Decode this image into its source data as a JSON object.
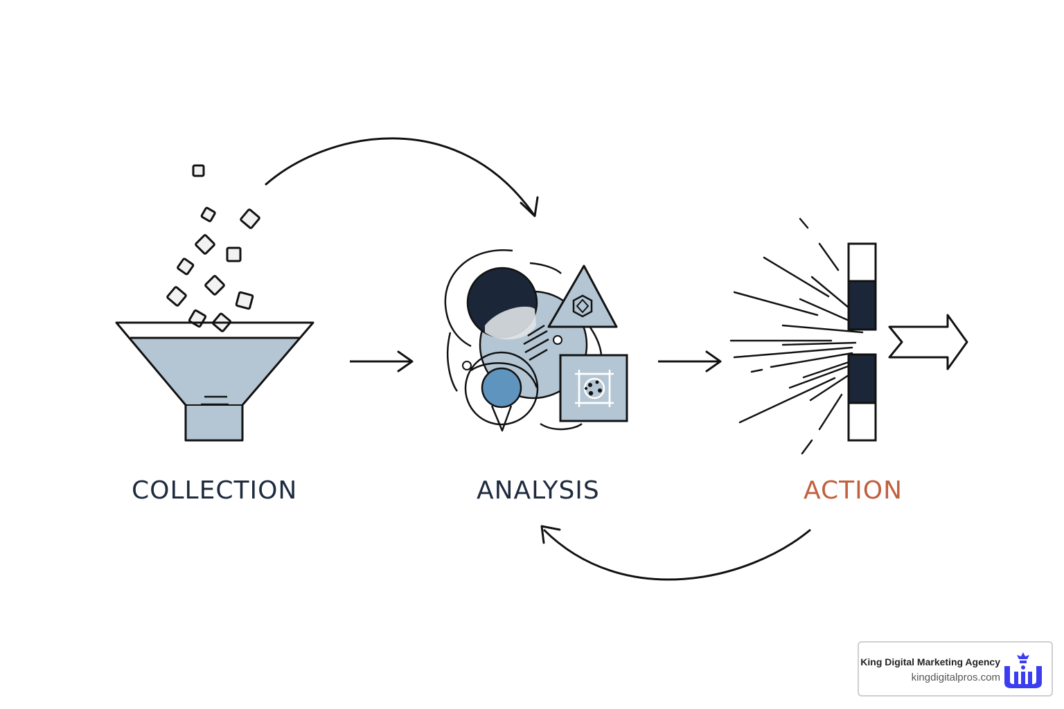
{
  "stages": [
    {
      "label": "COLLECTION",
      "color": "#1e2a3e"
    },
    {
      "label": "ANALYSIS",
      "color": "#1e2a3e"
    },
    {
      "label": "ACTION",
      "color": "#c0603e"
    }
  ],
  "icons": [
    "funnel-icon",
    "analysis-shapes-icon",
    "action-burst-icon"
  ],
  "colors": {
    "ink": "#111111",
    "pale_blue": "#b4c6d3",
    "navy": "#1b2638",
    "mid_blue": "#5f94bf",
    "accent": "#c0603e"
  },
  "watermark": {
    "name": "King Digital Marketing Agency",
    "url": "kingdigitalpros.com",
    "logo_color": "#3a3df0"
  }
}
